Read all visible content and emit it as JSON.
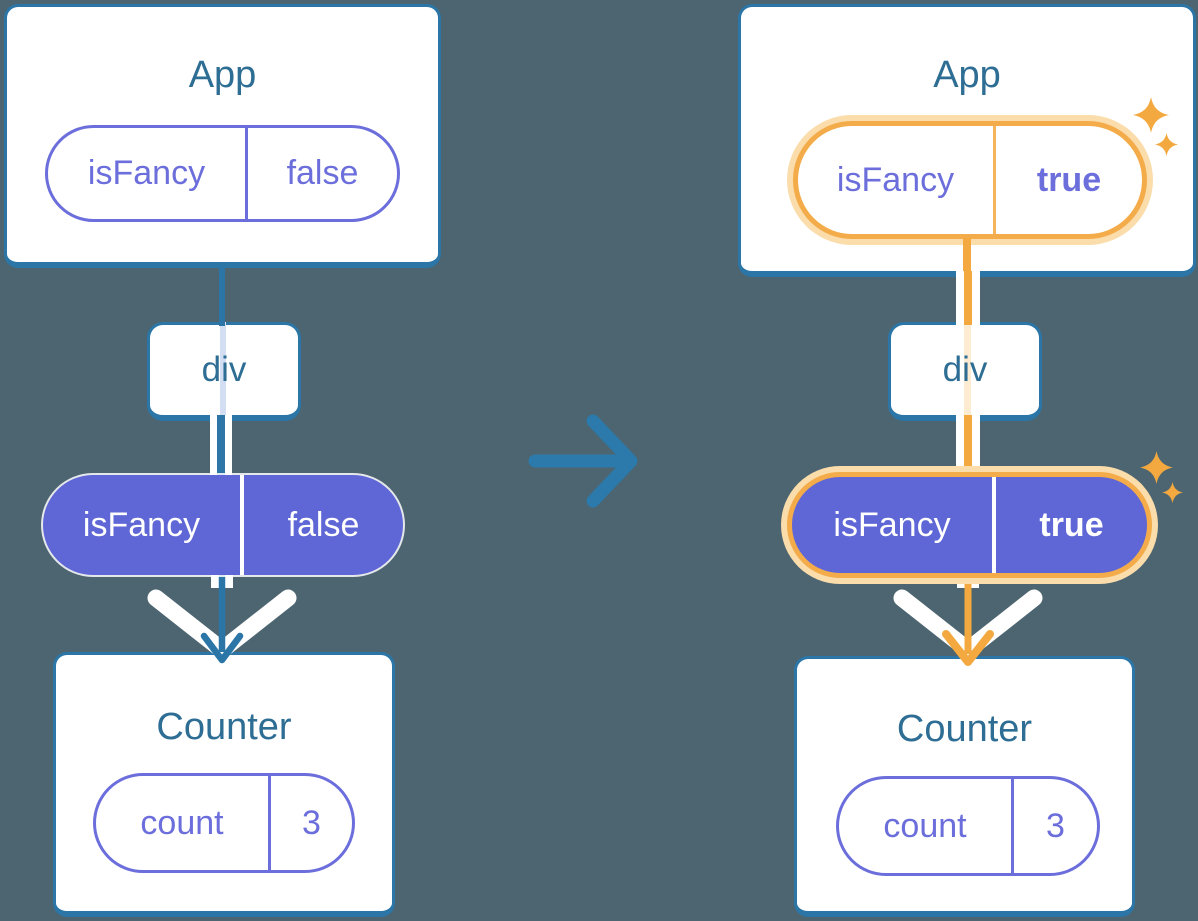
{
  "diagram_title": "React component tree state flow (before and after isFancy toggles)",
  "colors": {
    "background": "#4c6570",
    "card_border_blue": "#2b76a7",
    "title_text_blue": "#2e6d94",
    "purple_accent": "#6b6edb",
    "purple_pill_fill": "#5f66d6",
    "orange_highlight": "#f3a93f",
    "orange_glow": "#fbdcab",
    "pale_orange_stripe": "#fdecd2",
    "lavender_stripe": "#d4def2",
    "white": "#ffffff"
  },
  "before": {
    "app_title": "App",
    "app_state_key": "isFancy",
    "app_state_value": "false",
    "div_label": "div",
    "prop_key": "isFancy",
    "prop_value": "false",
    "counter_title": "Counter",
    "counter_state_key": "count",
    "counter_state_value": "3"
  },
  "after": {
    "app_title": "App",
    "app_state_key": "isFancy",
    "app_state_value": "true",
    "div_label": "div",
    "prop_key": "isFancy",
    "prop_value": "true",
    "counter_title": "Counter",
    "counter_state_key": "count",
    "counter_state_value": "3"
  }
}
